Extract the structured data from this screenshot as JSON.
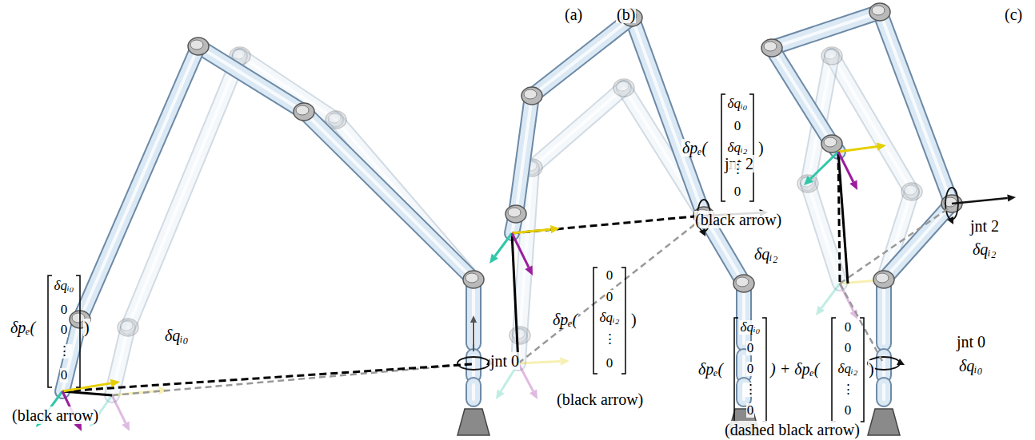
{
  "diagram": {
    "labels": [
      "(a)",
      "(b)",
      "(c)",
      "δqᵢ₀",
      "jnt 0",
      "δpₑ(",
      "δqᵢ₀",
      "0",
      "0",
      "⋮",
      "0",
      ")",
      "(black arrow)",
      "jnt 2",
      "δqᵢ₂",
      "δpₑ(",
      "0",
      "0",
      "δqᵢ₂",
      "⋮",
      "0",
      ")",
      "(black arrow)",
      "δpₑ(",
      "δqᵢ₀",
      "0",
      "δqᵢ₂",
      "⋮",
      "0",
      ")",
      "(black arrow)",
      "jnt 2",
      "δqᵢ₂",
      "jnt 0",
      "δqᵢ₀",
      "δpₑ(",
      "δqᵢ₀",
      "0",
      "0",
      "⋮",
      "0",
      ") + δpₑ(",
      "0",
      "0",
      "δqᵢ₂",
      "⋮",
      "0",
      ")",
      "(dashed black arrow)"
    ]
  }
}
